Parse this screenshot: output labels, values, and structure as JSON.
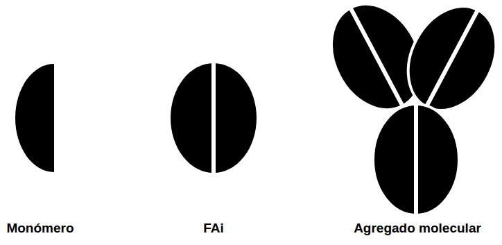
{
  "diagram": {
    "labels": [
      "Monómero",
      "FAi",
      "Agregado molecular"
    ]
  }
}
